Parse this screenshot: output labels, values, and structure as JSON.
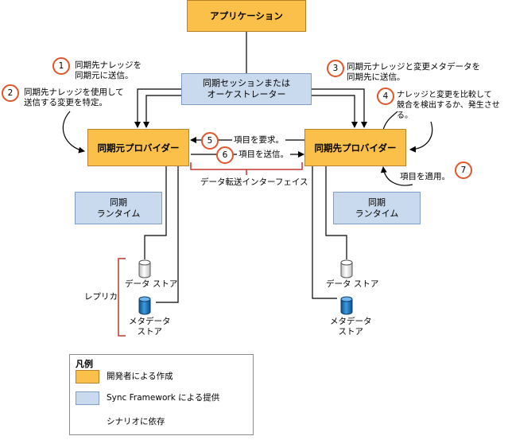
{
  "application": "アプリケーション",
  "session": "同期セッションまたは\nオーケストレーター",
  "source_provider": "同期元プロバイダー",
  "dest_provider": "同期先プロバイダー",
  "runtime_left": "同期\nランタイム",
  "runtime_right": "同期\nランタイム",
  "data_transfer": "データ転送インターフェイス",
  "replica": "レプリカ",
  "left_data_store": "データ ストア",
  "left_meta_store": "メタデータ\nストア",
  "right_data_store": "データ ストア",
  "right_meta_store": "メタデータ\nストア",
  "steps": [
    {
      "n": "1",
      "text": "同期先ナレッジを\n同期元に送信。"
    },
    {
      "n": "2",
      "text": "同期先ナレッジを使用して\n送信する変更を特定。"
    },
    {
      "n": "3",
      "text": "同期元ナレッジと変更メタデータを\n同期先に送信。"
    },
    {
      "n": "4",
      "text": "ナレッジと変更を比較して\n競合を検出するか、発生させる。"
    },
    {
      "n": "5",
      "text": "項目を要求。"
    },
    {
      "n": "6",
      "text": "項目を送信。"
    },
    {
      "n": "7",
      "text": "項目を適用。"
    }
  ],
  "legend": {
    "title": "凡例",
    "developer": "開発者による作成",
    "framework": "Sync Framework による提供",
    "scenario": "シナリオに依存"
  },
  "colors": {
    "developer_fill": "#fbc04a",
    "framework_fill": "#c9d9ee",
    "step_circle": "#e0562b",
    "bracket": "#c0392b",
    "database": "#1a6fb5"
  }
}
